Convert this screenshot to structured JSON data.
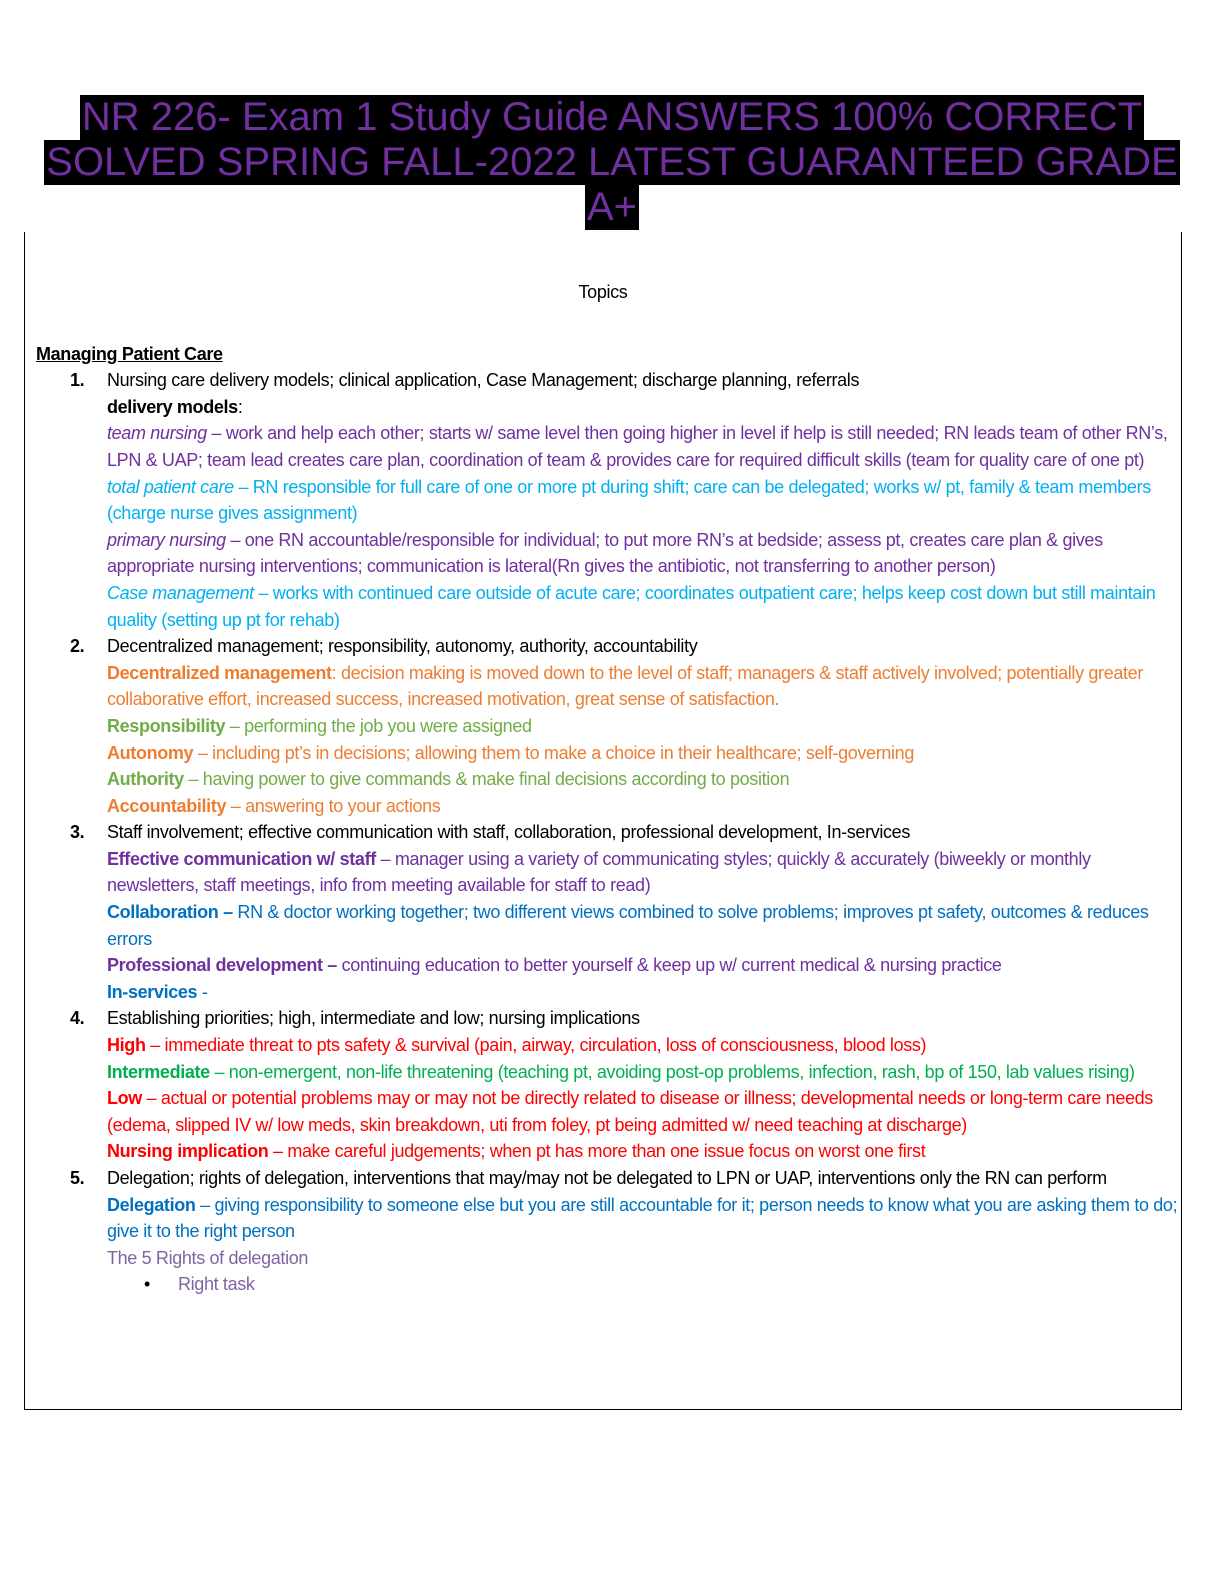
{
  "title": {
    "line1": "NR 226- Exam 1 Study Guide ANSWERS 100% CORRECT",
    "line2": "SOLVED SPRING FALL-2022 LATEST GUARANTEED GRADE",
    "line3": "A+"
  },
  "topics_label": "Topics",
  "section_heading": "Managing Patient Care",
  "items": [
    {
      "num": "1.",
      "heading": "Nursing care delivery models; clinical application, Case Management; discharge planning, referrals",
      "subheading": "delivery models",
      "subheading_colon": ":",
      "entries": [
        {
          "term": "team nursing",
          "text": " – work and help each other; starts w/ same level then going higher in level if help is still needed; RN leads team of other RN’s, LPN & UAP; team lead creates care plan, coordination of team & provides care for required difficult skills (team for quality care of one pt)"
        },
        {
          "term": "total patient care",
          "text": " –  RN responsible for full care of one or more pt during shift; care can be delegated; works w/ pt, family & team members (charge nurse gives assignment)"
        },
        {
          "term": "primary nursing",
          "text": " – one RN accountable/responsible for individual; to put more RN’s at bedside; assess pt, creates care plan & gives appropriate nursing interventions; communication is lateral(Rn gives the antibiotic, not transferring to another person)"
        },
        {
          "term": "Case management",
          "text": " – works with continued care outside of acute care; coordinates outpatient care; helps keep cost down but still maintain quality (setting up pt for rehab)"
        }
      ]
    },
    {
      "num": "2.",
      "heading": "Decentralized management; responsibility, autonomy, authority, accountability",
      "entries": [
        {
          "term": "Decentralized management",
          "text": ": decision making is moved down to the level of staff; managers & staff actively involved; potentially greater collaborative effort, increased success, increased motivation, great sense of satisfaction."
        },
        {
          "term": "Responsibility",
          "text": " – performing the job you were assigned"
        },
        {
          "term": "Autonomy",
          "text": " – including pt’s in decisions; allowing them to make a choice in their healthcare; self-governing"
        },
        {
          "term": "Authority",
          "text": " – having power to give commands & make final decisions according to position"
        },
        {
          "term": "Accountability",
          "text": " – answering to your actions"
        }
      ]
    },
    {
      "num": "3.",
      "heading": "Staff involvement; effective communication with staff, collaboration, professional development, In-services",
      "entries": [
        {
          "term": "Effective communication w/ staff",
          "text": " – manager using a variety of communicating styles; quickly & accurately (biweekly or monthly newsletters, staff meetings, info from meeting available for staff to read)"
        },
        {
          "term": "Collaboration –",
          "text": " RN & doctor working together; two different views combined to solve problems; improves pt safety, outcomes & reduces errors"
        },
        {
          "term": "Professional development –",
          "text": " continuing education to better yourself & keep up w/ current medical & nursing practice"
        },
        {
          "term": "In-services",
          "text": " -"
        }
      ]
    },
    {
      "num": "4.",
      "heading": "Establishing priorities; high, intermediate and low; nursing implications",
      "entries": [
        {
          "term": "High",
          "text": " – immediate threat to pts safety & survival (pain, airway, circulation, loss of consciousness, blood loss)"
        },
        {
          "term": "Intermediate",
          "text": " – non-emergent, non-life threatening (teaching pt, avoiding post-op problems, infection, rash, bp of 150, lab values rising)"
        },
        {
          "term": "Low",
          "text": " – actual or potential problems may or may not be directly related to disease or illness;  developmental needs or long-term care needs (edema, slipped IV w/ low meds, skin breakdown, uti from foley, pt being admitted w/ need teaching at discharge)"
        },
        {
          "term": "Nursing implication",
          "text": " – make careful judgements; when pt has more than one issue focus on worst one first"
        }
      ]
    },
    {
      "num": "5.",
      "heading": "Delegation; rights of delegation, interventions that may/may not be delegated to LPN or UAP, interventions only the RN can perform",
      "entries": [
        {
          "term": "Delegation",
          "text": " – giving responsibility to someone else but you are still accountable for it; person needs to know what you are asking them to do; give it to the right person"
        }
      ],
      "rights_label": "The 5 Rights of delegation",
      "bullets": [
        "Right task"
      ]
    }
  ],
  "colors": {
    "title_text": "#7030A0",
    "title_background": "#000000",
    "purple": "#7030A0",
    "cyan": "#00B0F0",
    "orange": "#ED7D31",
    "green": "#70AD47",
    "blue": "#0070C0",
    "red": "#FF0000",
    "lavender": "#8064A2"
  }
}
